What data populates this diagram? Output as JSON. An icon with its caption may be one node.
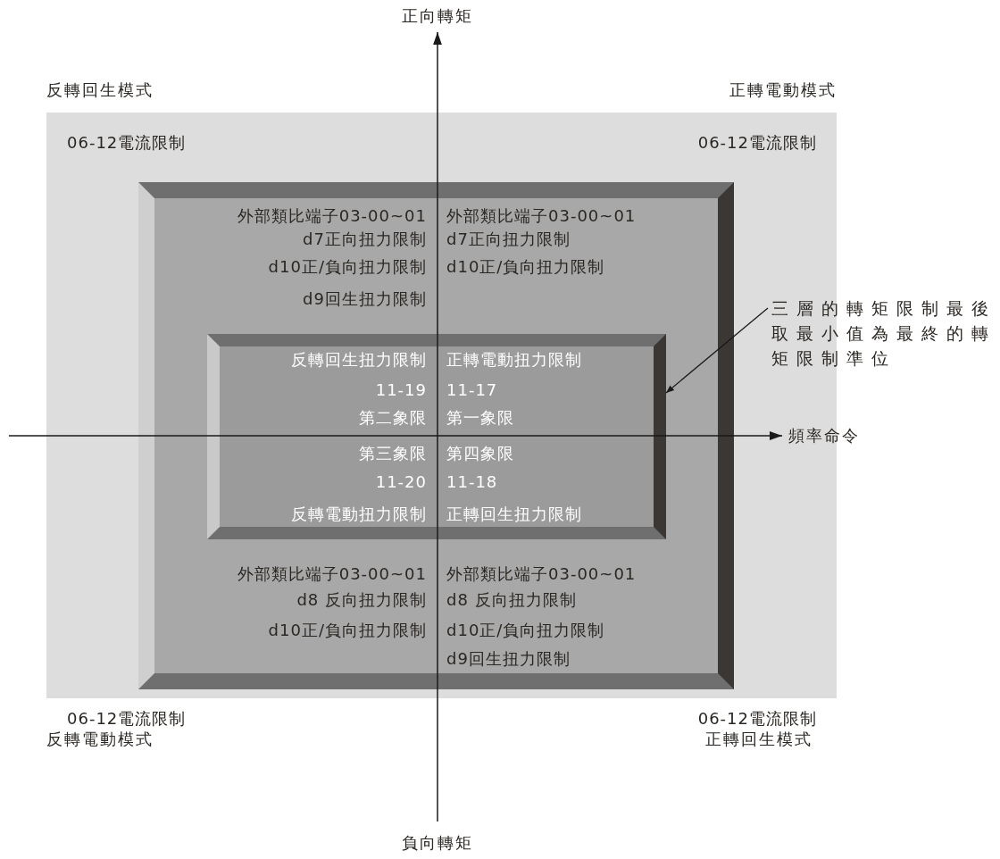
{
  "diagram": {
    "nodes": [
      {
        "text": [
          "06-12電流限制",
          "06-12電流限制",
          "06-12電流限制",
          "06-12電流限制"
        ]
      },
      {
        "text": [
          "外部類比端子03-00~01",
          "d7正向扭力限制",
          "d10正/負向扭力限制",
          "d9回生扭力限制",
          "外部類比端子03-00~01",
          "d7正向扭力限制",
          "d10正/負向扭力限制",
          "外部類比端子03-00~01",
          "d8 反向扭力限制",
          "d10正/負向扭力限制",
          "外部類比端子03-00~01",
          "d8 反向扭力限制",
          "d10正/負向扭力限制",
          "d9回生扭力限制"
        ],
        "in": 0
      },
      {
        "text": [
          "反轉回生扭力限制",
          "11-19",
          "第二象限",
          "正轉電動扭力限制",
          "11-17",
          "第一象限",
          "第三象限",
          "11-20",
          "反轉電動扭力限制",
          "第四象限",
          "11-18",
          "正轉回生扭力限制"
        ],
        "in": 1
      },
      {
        "text": [
          "三層的轉矩限制最後取最小值為最終的轉矩限制準位"
        ]
      }
    ],
    "edges": [
      {
        "from": 3,
        "to": 2,
        "arrow": "to"
      }
    ],
    "labels": [
      "正向轉矩",
      "反轉回生模式",
      "正轉電動模式",
      "頻率命令",
      "反轉電動模式",
      "正轉回生模式",
      "負向轉矩"
    ]
  }
}
